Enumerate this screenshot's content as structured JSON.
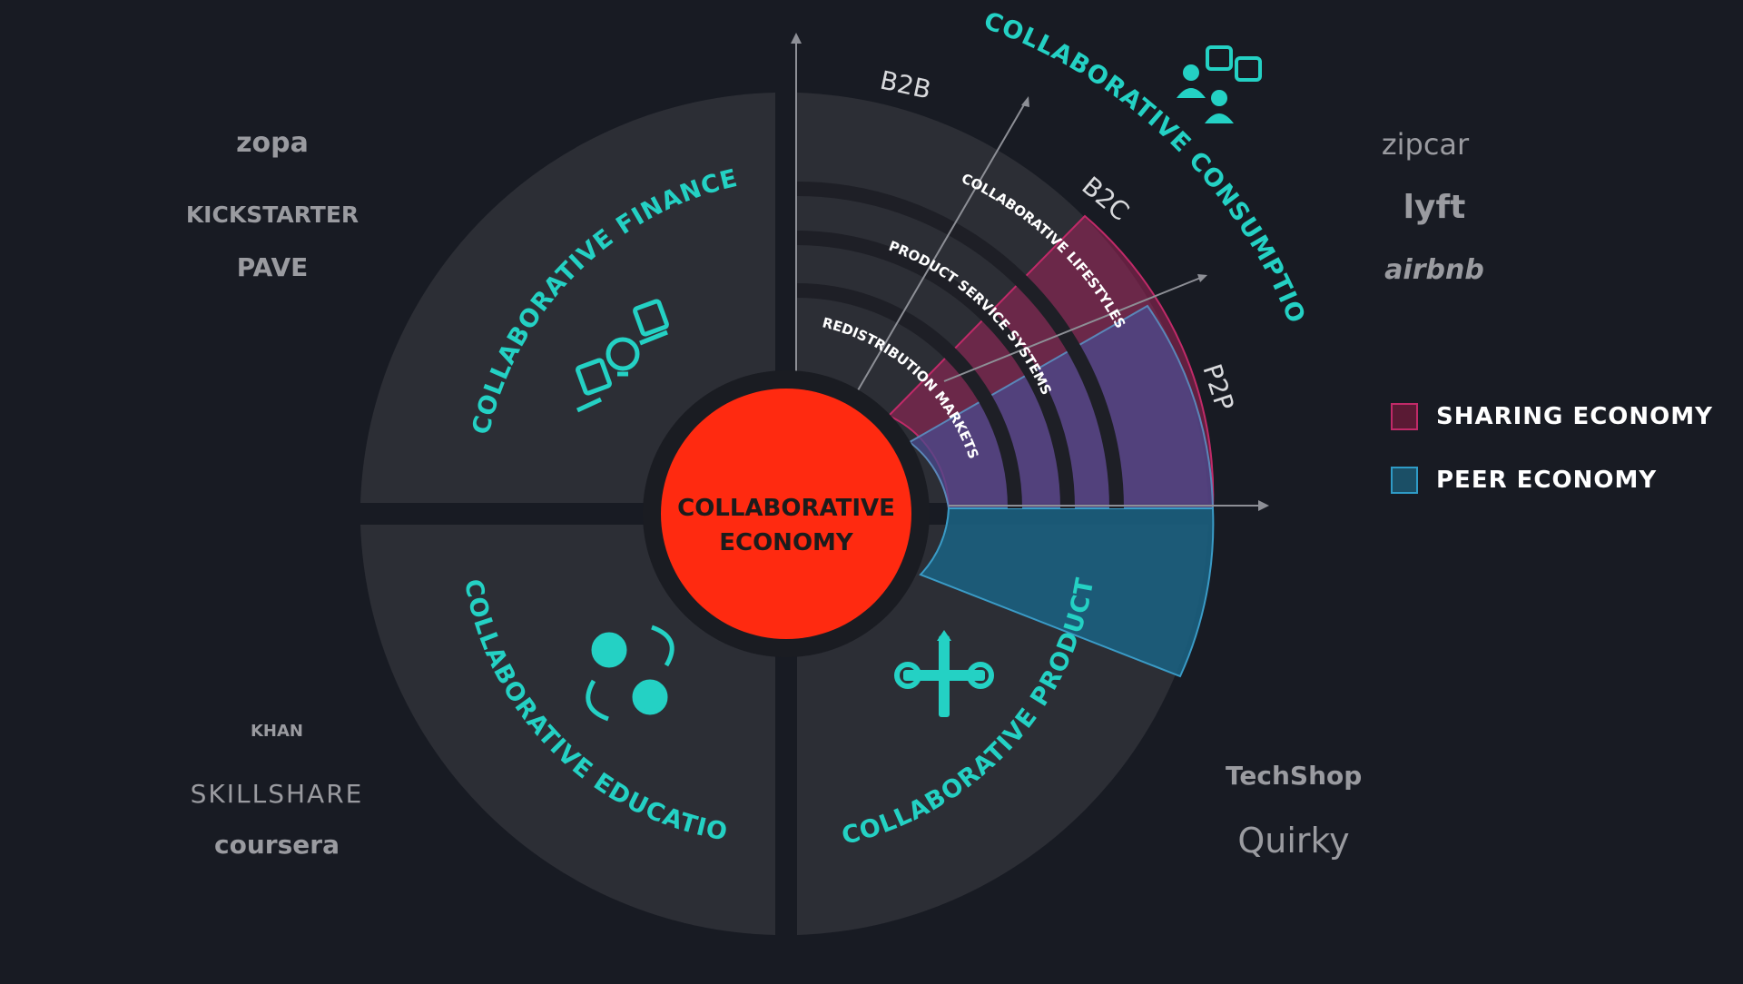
{
  "center": {
    "line1": "COLLABORATIVE",
    "line2": "ECONOMY"
  },
  "quadrants": {
    "finance": "COLLABORATIVE FINANCE",
    "consumption": "COLLABORATIVE CONSUMPTION",
    "education": "COLLABORATIVE EDUCATION",
    "production": "COLLABORATIVE PRODUCTION"
  },
  "axes": {
    "b2b": "B2B",
    "b2c": "B2C",
    "p2p": "P2P"
  },
  "arcs": {
    "lifestyles": "COLLABORATIVE LIFESTYLES",
    "pss": "PRODUCT SERVICE SYSTEMS",
    "redistribution": "REDISTRIBUTION MARKETS"
  },
  "legend": [
    {
      "label": "SHARING ECONOMY",
      "color": "#a0245a"
    },
    {
      "label": "PEER ECONOMY",
      "color": "#1b6f8e"
    }
  ],
  "brands": {
    "finance": [
      "zopa",
      "KICKSTARTER",
      "PAVE"
    ],
    "consumption": [
      "zipcar",
      "lyft",
      "airbnb"
    ],
    "education": [
      "KHAN",
      "SKILLSHARE",
      "coursera"
    ],
    "production": [
      "TechShop",
      "Quirky"
    ]
  },
  "colors": {
    "accent": "#24d1c4",
    "center": "#ff2a10",
    "background": "#181b23",
    "quadrant": "#2c2e35"
  },
  "icons": [
    "people-exchange-icon",
    "idea-money-icon",
    "brain-swap-icon",
    "tools-icon"
  ]
}
